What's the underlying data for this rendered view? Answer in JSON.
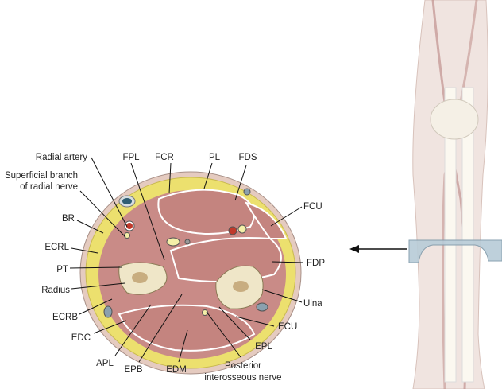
{
  "labels": {
    "radial_artery": "Radial artery",
    "superficial_branch_1": "Superficial branch",
    "superficial_branch_2": "of radial nerve",
    "fpl": "FPL",
    "fcr": "FCR",
    "pl": "PL",
    "fds": "FDS",
    "fcu": "FCU",
    "br": "BR",
    "ecrl": "ECRL",
    "pt": "PT",
    "radius": "Radius",
    "ecrb": "ECRB",
    "edc": "EDC",
    "apl": "APL",
    "epb": "EPB",
    "edm": "EDM",
    "pin_1": "Posterior",
    "pin_2": "interosseous nerve",
    "epl": "EPL",
    "ecu": "ECU",
    "ulna": "Ulna",
    "fdp": "FDP"
  },
  "colors": {
    "muscle": "#c98b87",
    "fat": "#efe06a",
    "skin": "#e8cfc4",
    "bone": "#efe6c8",
    "artery": "#c0392b",
    "vein": "#2f5d73"
  }
}
